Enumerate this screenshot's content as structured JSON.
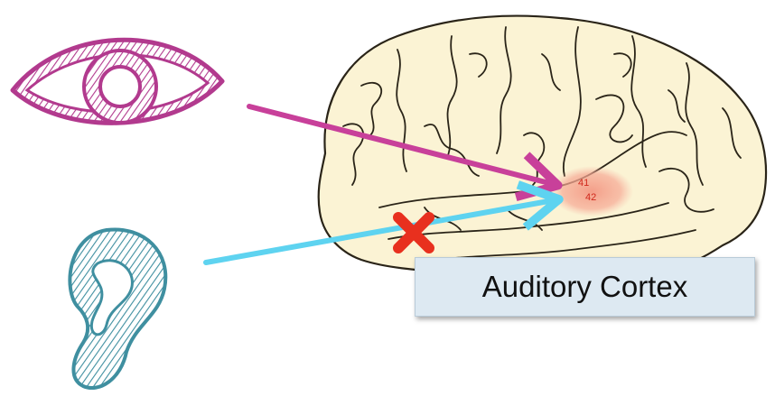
{
  "diagram": {
    "area_label_1": "41",
    "area_label_2": "42",
    "caption": "Auditory Cortex"
  },
  "colors": {
    "eye": "#b23a8e",
    "ear": "#3f8fa0",
    "visual_arrow": "#c8409a",
    "auditory_arrow": "#5ed3f0",
    "block_mark": "#e8301e",
    "cortex_highlight": "#f39a85",
    "brain_fill": "#fbf3d4",
    "brain_sulci": "#2a2418"
  },
  "icons": [
    "eye-icon",
    "ear-icon",
    "brain-illustration",
    "block-x-icon"
  ]
}
